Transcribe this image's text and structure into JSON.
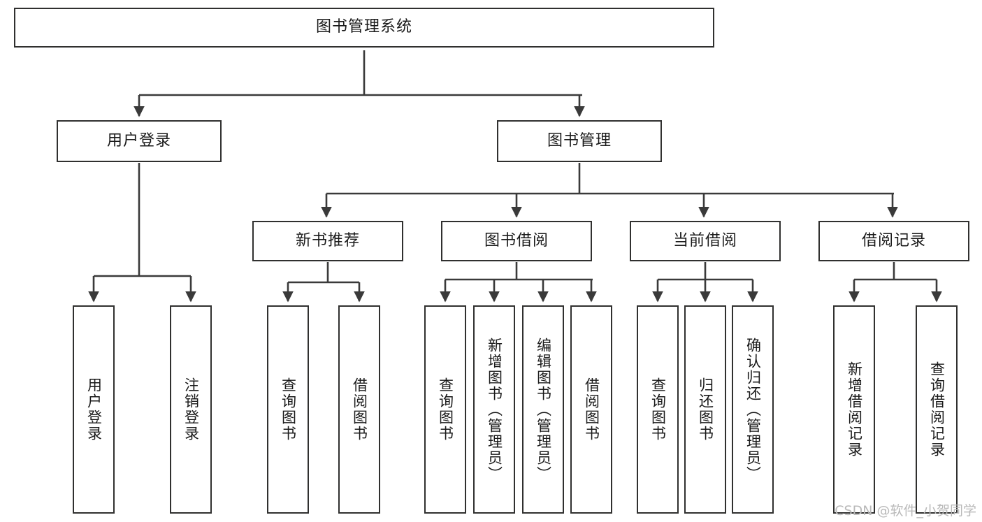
{
  "diagram": {
    "title": "图书管理系统",
    "type": "tree-hierarchy-diagram",
    "watermark": "CSDN @软件_小贺同学",
    "colors": {
      "box_border": "#30302f",
      "box_fill": "#ffffff",
      "connector": "#3a3a3a",
      "text": "#1a1a1a",
      "watermark": "#b9b9b9",
      "page_background": "#ffffff"
    },
    "root": {
      "label": "图书管理系统"
    },
    "level2": [
      {
        "label": "用户登录"
      },
      {
        "label": "图书管理"
      }
    ],
    "level3": [
      {
        "label": "新书推荐"
      },
      {
        "label": "图书借阅"
      },
      {
        "label": "当前借阅"
      },
      {
        "label": "借阅记录"
      }
    ],
    "leaves": {
      "user_login": [
        {
          "label": "用户登录"
        },
        {
          "label": "注销登录"
        }
      ],
      "new_book_recommend": [
        {
          "label": "查询图书"
        },
        {
          "label": "借阅图书"
        }
      ],
      "book_borrow": [
        {
          "label": "查询图书"
        },
        {
          "label": "新增图书（管理员）"
        },
        {
          "label": "编辑图书（管理员）"
        },
        {
          "label": "借阅图书"
        }
      ],
      "current_borrow": [
        {
          "label": "查询图书"
        },
        {
          "label": "归还图书"
        },
        {
          "label": "确认归还（管理员）"
        }
      ],
      "borrow_records": [
        {
          "label": "新增借阅记录"
        },
        {
          "label": "查询借阅记录"
        }
      ]
    }
  }
}
